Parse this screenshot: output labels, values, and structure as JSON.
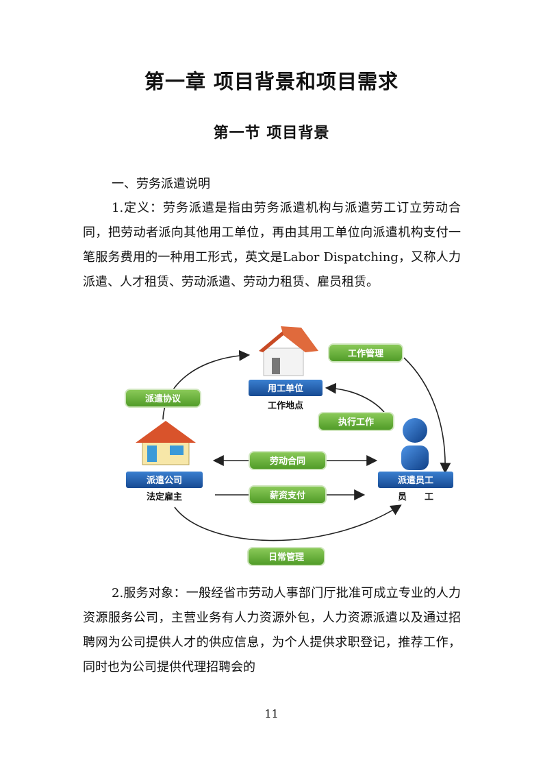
{
  "chapter_title": "第一章 项目背景和项目需求",
  "section_title": "第一节 项目背景",
  "subheading": "一、劳务派遣说明",
  "paragraph1": "1.定义：劳务派遣是指由劳务派遣机构与派遣劳工订立劳动合同，把劳动者派向其他用工单位，再由其用工单位向派遣机构支付一笔服务费用的一种用工形式，英文是Labor Dispatching，又称人力派遣、人才租赁、劳动派遣、劳动力租赁、雇员租赁。",
  "paragraph2": "2.服务对象：一般经省市劳动人事部门厅批准可成立专业的人力资源服务公司，主营业务有人力资源外包，人力资源派遣以及通过招聘网为公司提供人才的供应信息，为个人提供求职登记，推荐工作，同时也为公司提供代理招聘会的",
  "diagram": {
    "work_management": "工作管理",
    "employer_unit": "用工单位",
    "work_location": "工作地点",
    "dispatch_agreement": "派遣协议",
    "execute_work": "执行工作",
    "labor_contract": "劳动合同",
    "dispatch_company": "派遣公司",
    "legal_employer": "法定雇主",
    "salary_payment": "薪资支付",
    "dispatched_employee": "派遣员工",
    "employee_caption": "员　　工",
    "daily_management": "日常管理",
    "colors": {
      "green_pill": "#6ab43c",
      "blue_label": "#1e5aa8",
      "roof_red": "#d9532b",
      "person_blue": "#1c5fb5"
    }
  },
  "page_number": "11"
}
